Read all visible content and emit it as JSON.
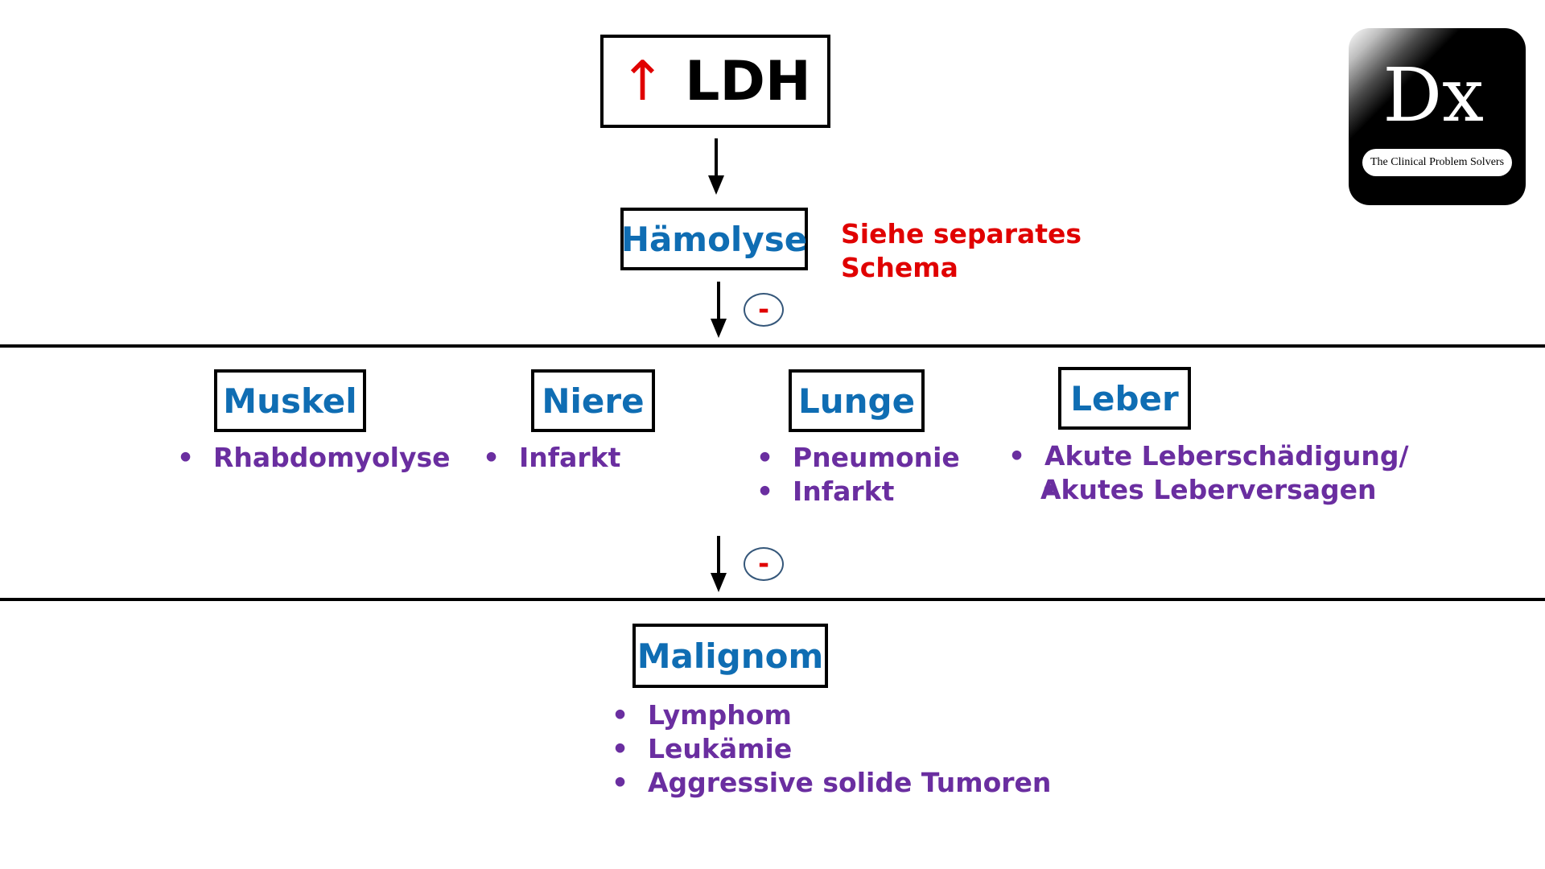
{
  "top": {
    "arrow_glyph": "↑",
    "title": "LDH"
  },
  "hemolysis": {
    "label": "Hämolyse",
    "note_lines": [
      "Siehe separates",
      "Schema"
    ]
  },
  "negative_marker": "-",
  "organs": [
    {
      "label": "Muskel",
      "items": [
        "Rhabdomyolyse"
      ]
    },
    {
      "label": "Niere",
      "items": [
        "Infarkt"
      ]
    },
    {
      "label": "Lunge",
      "items": [
        "Pneumonie",
        "Infarkt"
      ]
    },
    {
      "label": "Leber",
      "items": [
        "Akute Leberschädigung/",
        "Akutes Leberversagen"
      ]
    }
  ],
  "malignancy": {
    "label": "Malignom",
    "items": [
      "Lymphom",
      "Leukämie",
      "Aggressive solide Tumoren"
    ]
  },
  "logo": {
    "mark": "Dx",
    "tagline": "The Clinical Problem Solvers"
  },
  "colors": {
    "box_label": "#0f6db3",
    "list_text": "#6a2ea0",
    "alert_red": "#e00000"
  }
}
